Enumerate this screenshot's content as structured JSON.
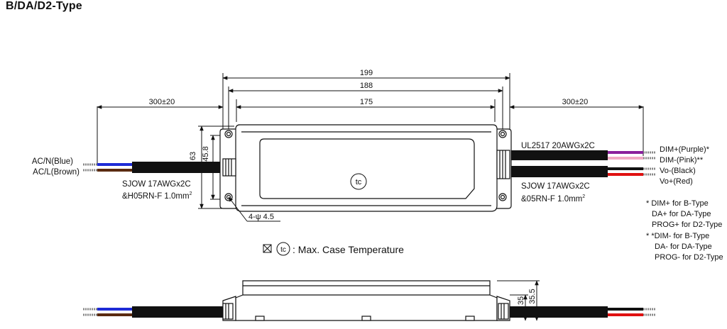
{
  "title": "B/DA/D2-Type",
  "dims": {
    "overall_length": "199",
    "mount_pitch": "188",
    "body_length": "175",
    "cable_left": "300±20",
    "cable_right": "300±20",
    "height_outer": "63",
    "height_inner": "45.8",
    "tc_offset_x": "105",
    "tc_offset_y": "20",
    "side_h1": "35",
    "side_h2": "35.5",
    "hole_note": "4-ψ 4.5"
  },
  "left_wires": {
    "line1": "AC/N(Blue)",
    "line2": "AC/L(Brown)",
    "cable1": "SJOW 17AWGx2C",
    "cable2": "&H05RN-F 1.0mm",
    "cable2_sup": "2"
  },
  "right_wires": {
    "top_cable": "UL2517 20AWGx2C",
    "bot_cable1": "SJOW 17AWGx2C",
    "bot_cable2": "&05RN-F 1.0mm",
    "bot_cable2_sup": "2",
    "dim_plus": "DIM+(Purple)*",
    "dim_minus": "DIM-(Pink)**",
    "vo_minus": "Vo-(Black)",
    "vo_plus": "Vo+(Red)"
  },
  "notes": [
    "* DIM+ for B-Type",
    "DA+ for DA-Type",
    "PROG+ for D2-Type",
    "* *DIM- for B-Type",
    "DA- for DA-Type",
    "PROG- for D2-Type"
  ],
  "tc": {
    "symbol": "tc",
    "legend": ": Max. Case Temperature"
  },
  "colors": {
    "blue": "#1e2bd6",
    "brown": "#5a2a10",
    "purple": "#8a1f9c",
    "pink": "#f1a9c4",
    "black": "#111111",
    "red": "#e01010"
  }
}
